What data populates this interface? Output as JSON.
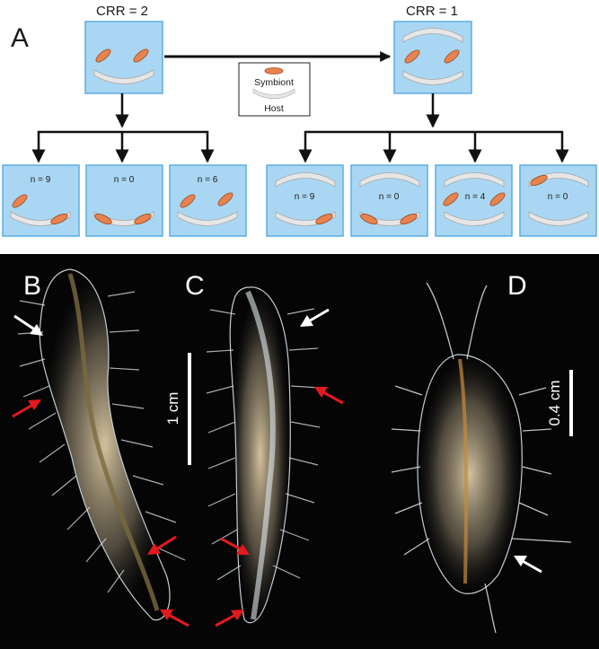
{
  "panel_a": {
    "letter": "A",
    "crr2_label": "CRR = 2",
    "crr1_label": "CRR = 1",
    "legend": {
      "symbiont": "Symbiont",
      "host": "Host"
    },
    "crr2_outcomes": [
      "n = 9",
      "n = 0",
      "n = 6"
    ],
    "crr1_outcomes": [
      "n = 9",
      "n = 0",
      "n = 4",
      "n = 0"
    ]
  },
  "panel_b": {
    "letter": "B"
  },
  "panel_c": {
    "letter": "C",
    "scale_label": "1 cm"
  },
  "panel_d": {
    "letter": "D",
    "scale_label": "0.4 cm"
  },
  "colors": {
    "box_fill": "#a9d7f3",
    "box_stroke": "#5aaee2",
    "symbiont": "#e8834f",
    "symbiont_stroke": "#9b4a23",
    "host": "#e6e6e6",
    "photo_bg": "#050505",
    "arrow_white": "#ffffff",
    "arrow_red": "#e3191f"
  }
}
